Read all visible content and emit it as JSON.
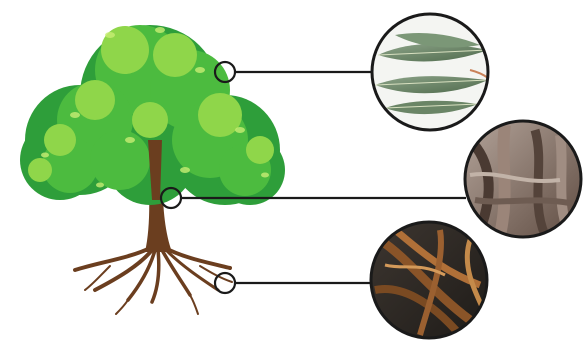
{
  "diagram": {
    "subject": "tree",
    "parts": [
      {
        "id": "leaves",
        "icon": "leaf-cluster-photo"
      },
      {
        "id": "trunk",
        "icon": "bark-photo"
      },
      {
        "id": "roots",
        "icon": "roots-photo"
      }
    ],
    "colors": {
      "foliage_dark": "#2e9e3a",
      "foliage_mid": "#4cbb3f",
      "foliage_light": "#8fd64a",
      "trunk": "#6b3e1f",
      "roots": "#6b3e1f",
      "connector": "#1a1a1a",
      "leaf_photo": "#6f8a6c",
      "bark_photo": "#8a7668",
      "roots_photo": "#7a4a22"
    }
  }
}
